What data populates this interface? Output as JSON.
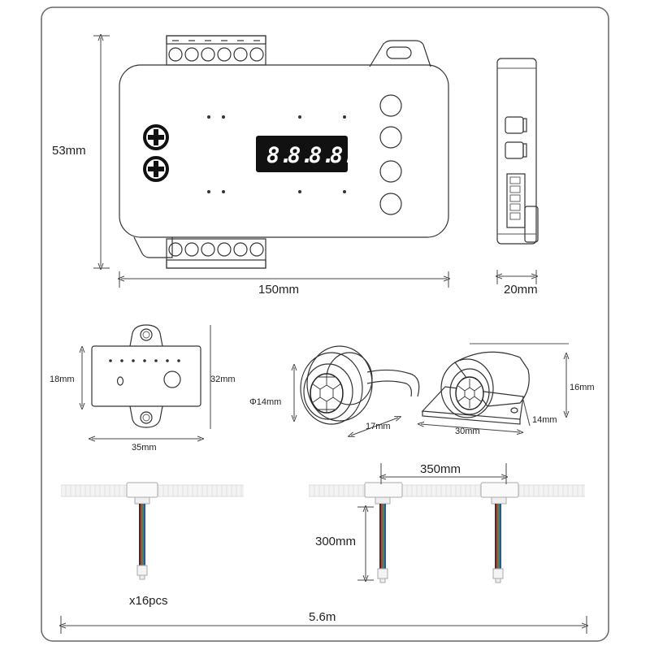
{
  "dimensions": {
    "controller_height": "53mm",
    "controller_width": "150mm",
    "controller_depth": "20mm",
    "receiver_height": "18mm",
    "receiver_total_height": "32mm",
    "receiver_width": "35mm",
    "sensor_round_diameter": "Φ14mm",
    "sensor_round_length": "17mm",
    "sensor_mount_height": "16mm",
    "sensor_mount_depth": "14mm",
    "sensor_mount_width": "30mm",
    "strip_spacing": "350mm",
    "lead_length": "300mm",
    "quantity": "x16pcs",
    "total_length": "5.6m"
  },
  "display": {
    "digits": [
      "8.",
      "8.",
      "8.",
      "8."
    ]
  },
  "colors": {
    "outline": "#333333",
    "display_bg": "#111111",
    "wire_red": "#d23a3a",
    "wire_green": "#2f9a3c",
    "wire_blue": "#2c4fc4",
    "wire_dark": "#333333"
  }
}
